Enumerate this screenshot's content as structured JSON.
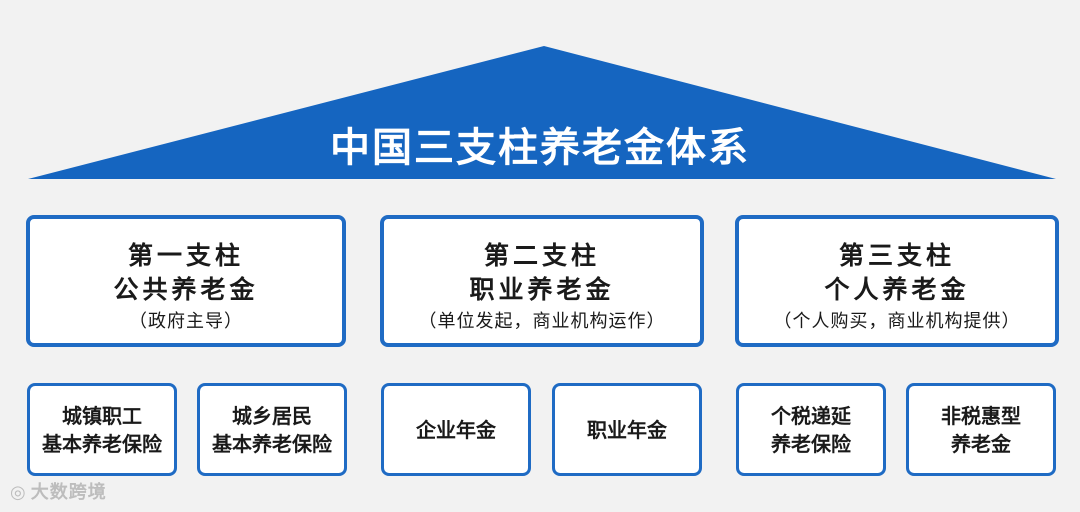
{
  "title": "中国三支柱养老金体系",
  "colors": {
    "roof": "#1565c0",
    "border": "#1f6bc4",
    "background": "#f2f2f2"
  },
  "pillars": [
    {
      "name": "第一支柱",
      "type": "公共养老金",
      "note": "（政府主导）"
    },
    {
      "name": "第二支柱",
      "type": "职业养老金",
      "note": "（单位发起，商业机构运作）"
    },
    {
      "name": "第三支柱",
      "type": "个人养老金",
      "note": "（个人购买，商业机构提供）"
    }
  ],
  "sub_items": [
    {
      "line1": "城镇职工",
      "line2": "基本养老保险"
    },
    {
      "line1": "城乡居民",
      "line2": "基本养老保险"
    },
    {
      "line1": "企业年金",
      "line2": ""
    },
    {
      "line1": "职业年金",
      "line2": ""
    },
    {
      "line1": "个税递延",
      "line2": "养老保险"
    },
    {
      "line1": "非税惠型",
      "line2": "养老金"
    }
  ],
  "watermark": {
    "text": "大数跨境",
    "icon": "app-logo-icon"
  }
}
